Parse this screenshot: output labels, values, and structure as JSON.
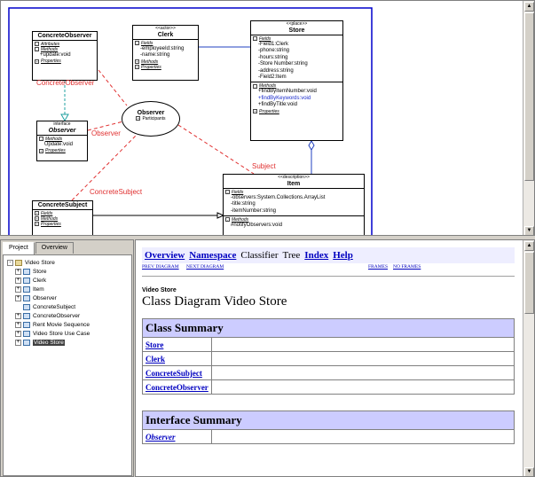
{
  "diagram": {
    "classes": {
      "concrete_observer": {
        "name": "ConcreteObserver",
        "attributes_header": "Attributes",
        "methods_header": "Methods",
        "properties_header": "Properties",
        "methods": [
          "+update:void"
        ]
      },
      "clerk": {
        "stereotype": "<<actor>>",
        "name": "Clerk",
        "attributes_header": "Fields",
        "attributes": [
          "-employeeId:string",
          "-name:string"
        ],
        "methods_header": "Methods",
        "properties_header": "Properties"
      },
      "store": {
        "stereotype": "<<place>>",
        "name": "Store",
        "attributes_header": "Fields",
        "attributes": [
          "-Field1:Clerk",
          "-phone:string",
          "-hours:string",
          "-Store Number:string",
          "-address:string",
          "-Field2:Item"
        ],
        "methods_header": "Methods",
        "methods": [
          "+findByItemNumber:void",
          "+findByKeywords:void",
          "+findByTitle:void"
        ],
        "properties_header": "Properties"
      },
      "observer_interface": {
        "stereotype": "interface",
        "name": "Observer",
        "methods_header": "Methods",
        "methods": [
          "Update:void"
        ],
        "properties_header": "Properties"
      },
      "concrete_subject": {
        "name": "ConcreteSubject",
        "attributes_header": "Fields",
        "methods_header": "Methods",
        "properties_header": "Properties"
      },
      "item": {
        "stereotype": "<<description>>",
        "name": "Item",
        "attributes_header": "Fields",
        "attributes": [
          "-observers:System.Collections.ArrayList",
          "-title:string",
          "-itemNumber:string"
        ],
        "methods_header": "Methods",
        "methods": [
          "#notifyObservers:void"
        ]
      }
    },
    "collaboration": {
      "name": "Observer",
      "sub": "Participants"
    },
    "edge_labels": {
      "concrete_observer": "ConcreteObserver",
      "observer": "Observer",
      "subject": "Subject",
      "concrete_subject": "ConcreteSubject"
    },
    "colors": {
      "border_blue": "#0000cc",
      "edge_red": "#e03030",
      "edge_teal": "#20a0a0"
    }
  },
  "tree": {
    "tabs": [
      "Project",
      "Overview"
    ],
    "active_tab": "Project",
    "root": "Video Store",
    "items": [
      {
        "label": "Store",
        "expander": "+"
      },
      {
        "label": "Clerk",
        "expander": "+"
      },
      {
        "label": "Item",
        "expander": "+"
      },
      {
        "label": "Observer",
        "expander": "+"
      },
      {
        "label": "ConcreteSubject",
        "expander": ""
      },
      {
        "label": "ConcreteObserver",
        "expander": "+"
      },
      {
        "label": "Rent Movie Sequence",
        "expander": "+"
      },
      {
        "label": "Video Store Use Case",
        "expander": "+"
      },
      {
        "label": "Video Store",
        "expander": "+",
        "selected": true
      }
    ]
  },
  "doc": {
    "nav": {
      "overview": "Overview",
      "namespace": "Namespace",
      "classifier": "Classifier",
      "tree": "Tree",
      "index": "Index",
      "help": "Help"
    },
    "subnav": {
      "prev": "PREV DIAGRAM",
      "next": "NEXT DIAGRAM",
      "frames": "FRAMES",
      "no_frames": "NO FRAMES"
    },
    "package": "Video Store",
    "title": "Class Diagram Video Store",
    "class_summary": {
      "heading": "Class Summary",
      "rows": [
        "Store",
        "Clerk",
        "ConcreteSubject",
        "ConcreteObserver"
      ]
    },
    "interface_summary": {
      "heading": "Interface Summary",
      "rows": [
        "Observer"
      ]
    },
    "nav_bg": "#eeeeff",
    "table_header_bg": "#ccccff"
  }
}
